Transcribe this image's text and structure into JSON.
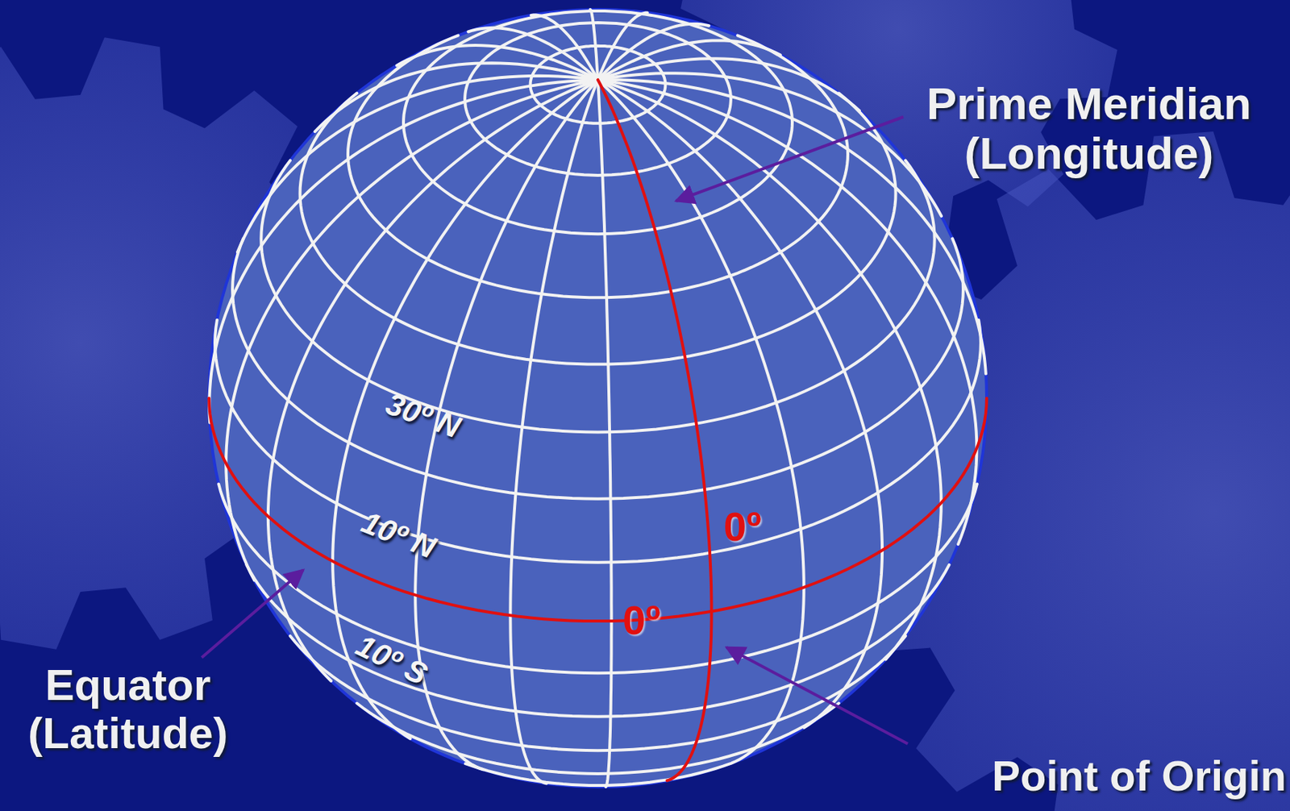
{
  "diagram": {
    "labels": [
      "Prime Meridian (Longitude)",
      "Equator (Latitude)",
      "Point of Origin",
      "30º N",
      "10º N",
      "10º S",
      "0º",
      "0º"
    ]
  }
}
